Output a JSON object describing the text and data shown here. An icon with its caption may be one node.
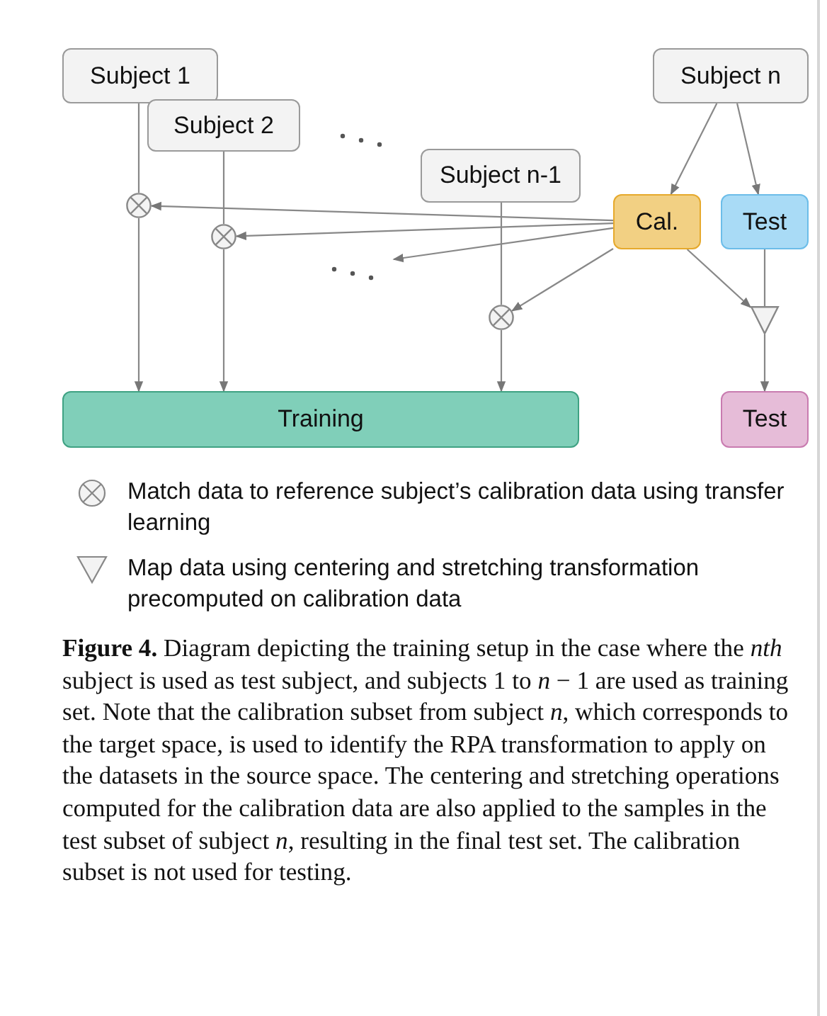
{
  "diagram": {
    "caption": "**Figure 4.** Diagram depicting the training setup in the case where the *nth* subject is used as test subject, and subjects 1 to *n* − 1 are used as training set. Note that the calibration subset from subject *n*, which corresponds to the target space, is used to identify the RPA transformation to apply on the datasets in the source space. The centering and stretching operations computed for the calibration data are also applied to the samples in the test subset of subject *n*, resulting in the final test set. The calibration subset is not used for testing.",
    "nodes": [
      {
        "text": [
          "Subject 1"
        ]
      },
      {
        "text": [
          "Subject 2"
        ]
      },
      {
        "text": [
          "Subject n-1"
        ]
      },
      {
        "text": [
          "Subject n"
        ]
      },
      {
        "text": [
          "Cal."
        ]
      },
      {
        "text": [
          "Test"
        ]
      },
      {
        "text": [],
        "shape": "circle"
      },
      {
        "text": [],
        "shape": "circle"
      },
      {
        "text": [],
        "shape": "circle"
      },
      {
        "text": [],
        "shape": "triangle"
      },
      {
        "text": [
          "Training"
        ]
      },
      {
        "text": [
          "Test"
        ]
      }
    ],
    "edges": [
      {
        "from": 0,
        "to": 6,
        "arrow": "none"
      },
      {
        "from": 6,
        "to": 10,
        "arrow": "to"
      },
      {
        "from": 1,
        "to": 7,
        "arrow": "none"
      },
      {
        "from": 7,
        "to": 10,
        "arrow": "to"
      },
      {
        "from": 2,
        "to": 8,
        "arrow": "none"
      },
      {
        "from": 8,
        "to": 10,
        "arrow": "to"
      },
      {
        "from": 3,
        "to": 4,
        "arrow": "to"
      },
      {
        "from": 3,
        "to": 5,
        "arrow": "to"
      },
      {
        "from": 4,
        "to": 6,
        "arrow": "to"
      },
      {
        "from": 4,
        "to": 7,
        "arrow": "to"
      },
      {
        "from": 4,
        "to": null,
        "arrow": "to"
      },
      {
        "from": 4,
        "to": 8,
        "arrow": "to"
      },
      {
        "from": 4,
        "to": 9,
        "arrow": "to"
      },
      {
        "from": 5,
        "to": 9,
        "arrow": "none"
      },
      {
        "from": 9,
        "to": 11,
        "arrow": "to"
      }
    ],
    "legend": [
      {
        "text": "Match data to reference subject’s calibration data using transfer learning"
      },
      {
        "text": "Map data using centering and stretching transformation precomputed on calibration data"
      }
    ]
  }
}
